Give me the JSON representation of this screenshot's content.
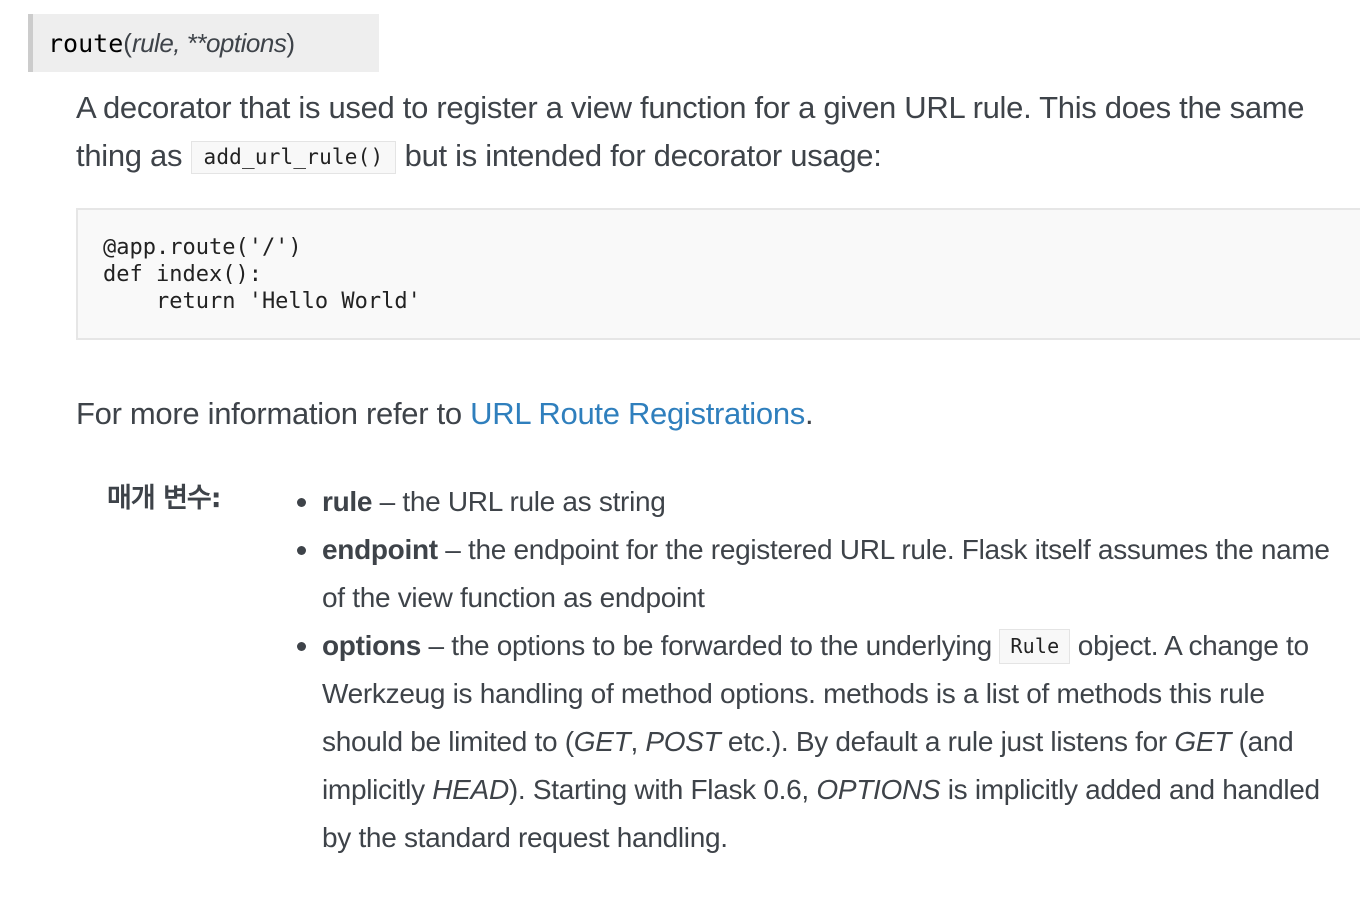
{
  "signature": {
    "name": "route",
    "open_paren": "(",
    "args": "rule, **options",
    "close_paren": ")"
  },
  "description": {
    "text_before": "A decorator that is used to register a view function for a given URL rule. This does the same thing as ",
    "code": "add_url_rule()",
    "text_after": " but is intended for decorator usage:"
  },
  "code_example": {
    "lines": [
      "@app.route('/')",
      "def index():",
      "    return 'Hello World'"
    ]
  },
  "more_info": {
    "prefix": "For more information refer to ",
    "link_text": "URL Route Registrations",
    "suffix": "."
  },
  "params": {
    "field_label": "매개 변수:",
    "items": [
      {
        "name": "rule",
        "text": " – the URL rule as string"
      },
      {
        "name": "endpoint",
        "text": " – the endpoint for the registered URL rule. Flask itself assumes the name of the view function as endpoint"
      },
      {
        "name": "options",
        "text_1": " – the options to be forwarded to the underlying ",
        "code": "Rule",
        "text_2": " object. A change to Werkzeug is handling of method options. methods is a list of methods this rule should be limited to (",
        "em_1": "GET",
        "text_3": ", ",
        "em_2": "POST",
        "text_4": " etc.). By default a rule just listens for ",
        "em_3": "GET",
        "text_5": " (and implicitly ",
        "em_4": "HEAD",
        "text_6": "). Starting with Flask 0.6, ",
        "em_5": "OPTIONS",
        "text_7": " is implicitly added and handled by the standard request handling."
      }
    ]
  }
}
